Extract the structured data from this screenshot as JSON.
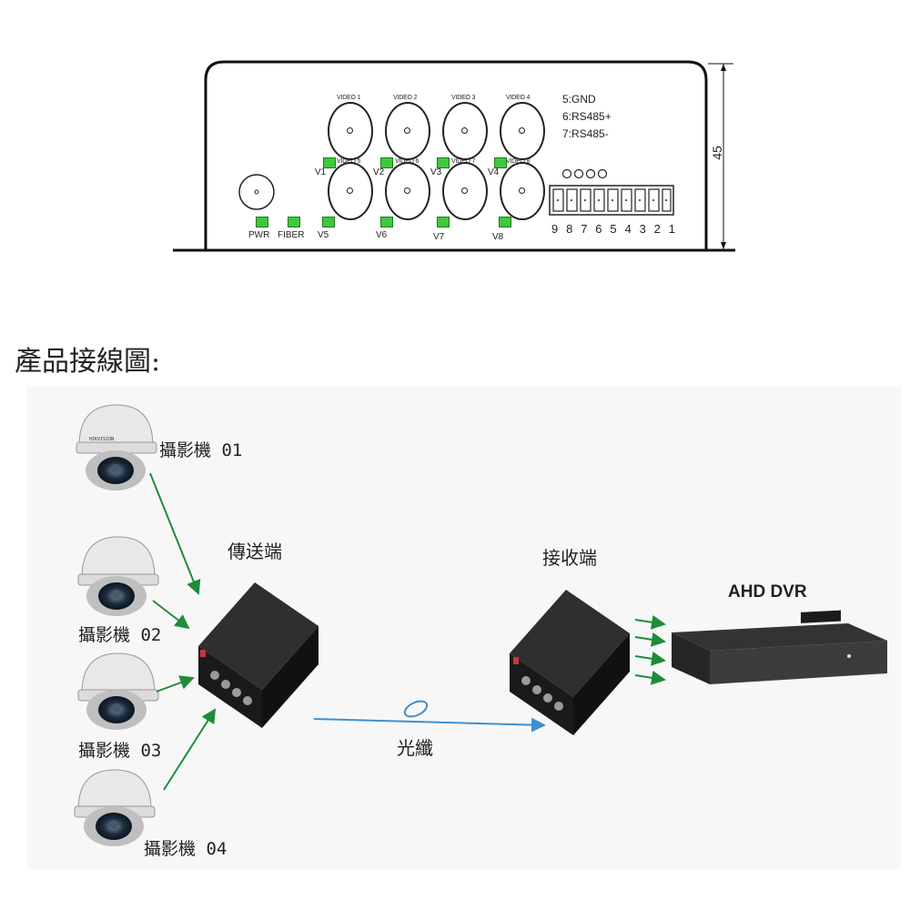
{
  "panel": {
    "video_labels": [
      "VIDEO 1",
      "VIDEO 2",
      "VIDEO 3",
      "VIDEO 4",
      "VIDEO 5",
      "VIDEO 6",
      "VIDEO 7",
      "VIDEO 8"
    ],
    "led_labels": [
      "V1",
      "V2",
      "V3",
      "V4",
      "V5",
      "V6",
      "V7",
      "V8"
    ],
    "pwr": "PWR",
    "fiber": "FIBER",
    "pin_notes": [
      "5:GND",
      "6:RS485+",
      "7:RS485-"
    ],
    "terminal_numbers": [
      "9",
      "8",
      "7",
      "6",
      "5",
      "4",
      "3",
      "2",
      "1"
    ],
    "height_dim": "45",
    "led_color": "#3fc83f"
  },
  "diagram": {
    "title": "產品接線圖:",
    "cameras": [
      "攝影機 01",
      "攝影機 02",
      "攝影機 03",
      "攝影機 04"
    ],
    "camera_brand": "HIKVISION",
    "transmitter": "傳送端",
    "receiver": "接收端",
    "fiber": "光纖",
    "dvr": "AHD DVR",
    "arrow_color": "#1e8c3a",
    "fiber_color": "#3d8fd1"
  }
}
